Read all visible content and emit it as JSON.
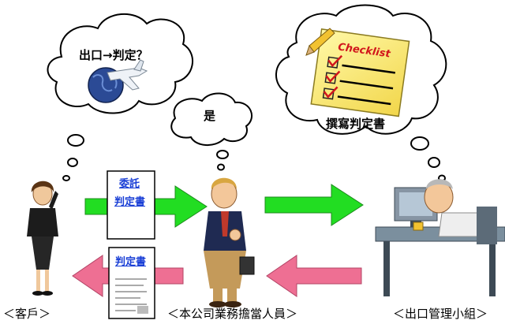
{
  "bubbles": {
    "customer_thought": "出口→判定？",
    "sales_thought": "是",
    "team_thought": "撰寫判定書"
  },
  "checklist": {
    "header": "Checklist"
  },
  "documents": {
    "request_doc": {
      "line1": "委託",
      "line2": "判定書"
    },
    "return_doc": {
      "line1": "判定書"
    }
  },
  "captions": {
    "customer": "＜客戶＞",
    "sales": "＜本公司業務擔當人員＞",
    "team": "＜出口管理小組＞"
  },
  "colors": {
    "arrow_green": "#22dd22",
    "arrow_pink": "#ee6f93",
    "link_blue": "#1a3fd6"
  }
}
